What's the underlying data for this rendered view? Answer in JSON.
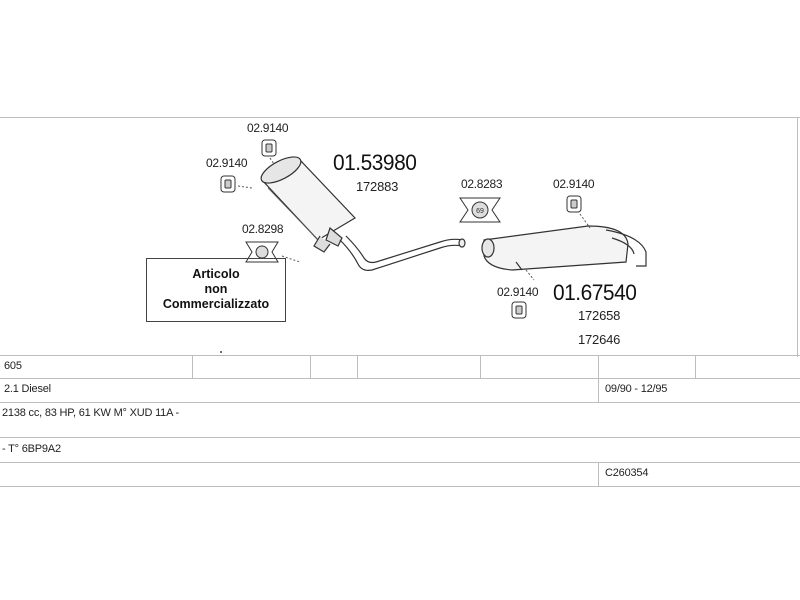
{
  "diagram": {
    "part_numbers": {
      "rear_muffler_code": "01.53980",
      "rear_muffler_ref": "172883",
      "front_muffler_code": "01.67540",
      "front_muffler_ref_1": "172658",
      "front_muffler_ref_2": "172646"
    },
    "fittings": {
      "clamp_top": "02.9140",
      "clamp_left": "02.9140",
      "gasket_lower_left": "02.8298",
      "gasket_middle": "02.8283",
      "clamp_right_top": "02.9140",
      "clamp_right_bottom": "02.9140"
    },
    "notice": {
      "line1": "Articolo",
      "line2": "non",
      "line3": "Commercializzato"
    }
  },
  "table": {
    "row1_model": "605",
    "row2_engine": "2.1 Diesel",
    "row2_years": "09/90 - 12/95",
    "row3_specs": "2138 cc, 83 HP, 61 KW M° XUD 11A -",
    "row4_type": "- T° 6BP9A2",
    "row5_code": "C260354"
  }
}
